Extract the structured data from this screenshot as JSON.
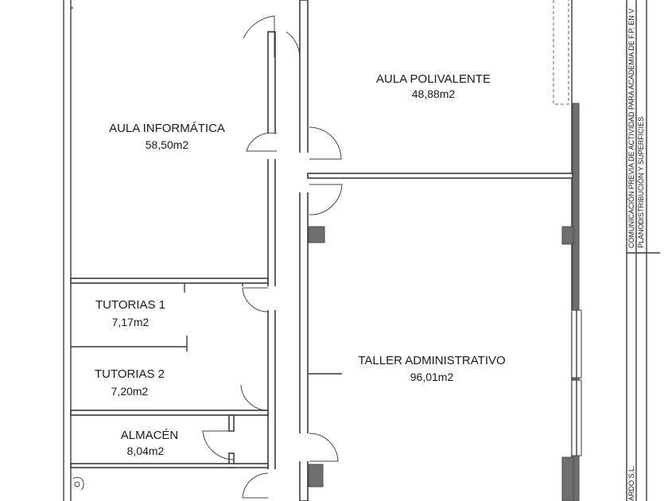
{
  "rooms": {
    "aula_informatica": {
      "name": "AULA INFORMÁTICA",
      "area": "58,50m2"
    },
    "aula_polivalente": {
      "name": "AULA POLIVALENTE",
      "area": "48,88m2"
    },
    "tutorias_1": {
      "name": "TUTORIAS 1",
      "area": "7,17m2"
    },
    "tutorias_2": {
      "name": "TUTORIAS 2",
      "area": "7,20m2"
    },
    "almacen": {
      "name": "ALMACÉN",
      "area": "8,04m2"
    },
    "taller_administrativo": {
      "name": "TALLER ADMINISTRATIVO",
      "area": "96,01m2"
    }
  },
  "title_block": {
    "project_line": "COMUNICACIÓN PREVIA DE ACTIVIDAD PARA ACADEMIA DE F.P. EN V",
    "plano_label": "PLANO:",
    "plano_value": "DISTRIBUCIÓN Y SUPERFICIES",
    "owner_fragment": "ARDO S.L."
  },
  "colors": {
    "wall_stroke": "#3a3a3a",
    "pillar_fill": "#6e6e6e",
    "background": "#ffffff"
  }
}
